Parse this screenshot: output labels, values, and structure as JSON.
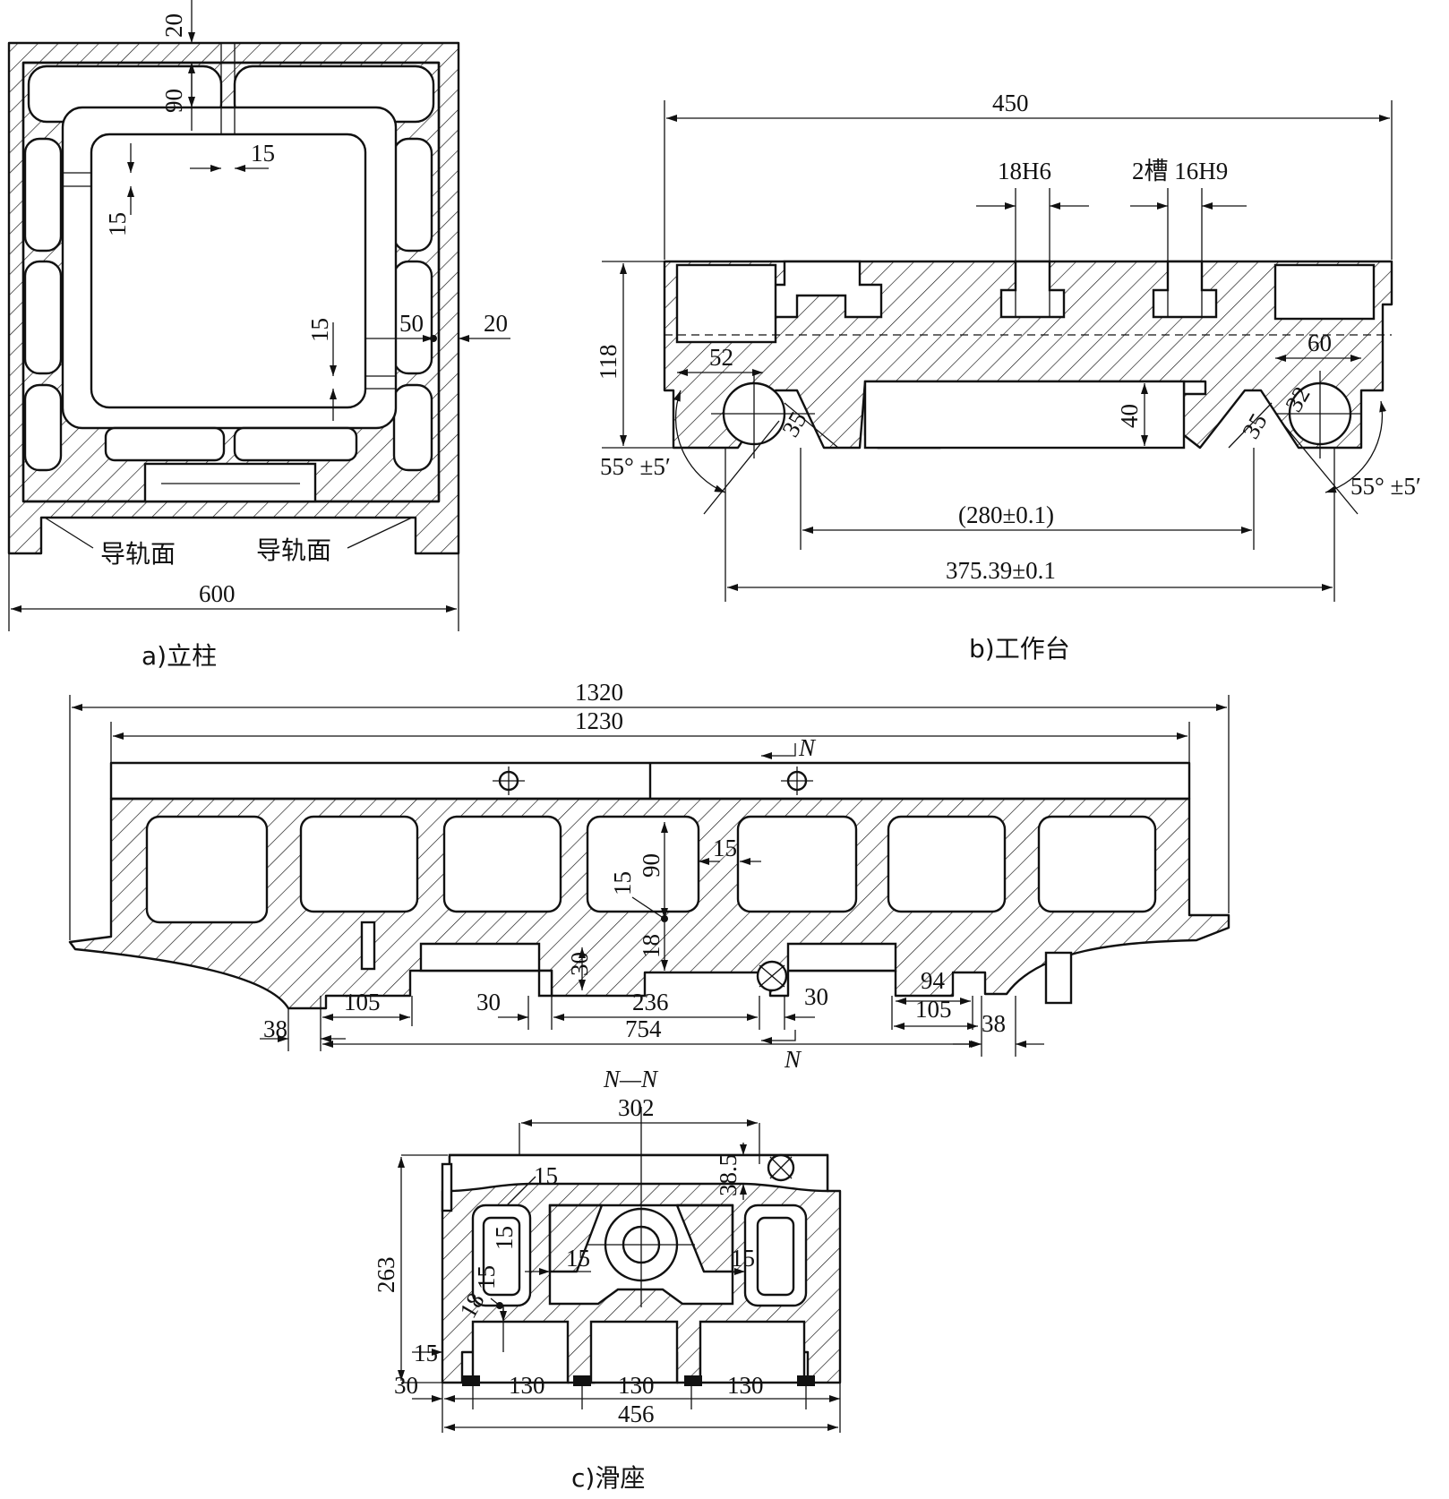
{
  "captions": {
    "a": "a)立柱",
    "b": "b)工作台",
    "c": "c)滑座",
    "section": "N—N",
    "section_mark": "N"
  },
  "column": {
    "dims": {
      "top_wall": "20",
      "rib_height": "90",
      "rib_width": "15",
      "inner_wall_left": "15",
      "inner_wall_right": "15",
      "flange": "50",
      "outer_wall": "20",
      "width": "600"
    },
    "labels": {
      "guide_left": "导轨面",
      "guide_right": "导轨面"
    }
  },
  "table": {
    "dims": {
      "width": "450",
      "slot_center": "18H6",
      "slot_side": "2槽 16H9",
      "height": "118",
      "left_52": "52",
      "right_60": "60",
      "depth_40": "40",
      "left_35": "35",
      "right_35": "35",
      "roller_32": "32",
      "angle_left": "55° ±5′",
      "angle_right": "55° ±5′",
      "span_280": "(280±0.1)",
      "span_375": "375.39±0.1"
    }
  },
  "slide": {
    "dims": {
      "overall": "1320",
      "length": "1230",
      "rib_90": "90",
      "rib_15": "15",
      "wall_15": "15",
      "base_18": "18",
      "boss_30": "30",
      "foot_105_left": "105",
      "gap_30_left": "30",
      "span_236": "236",
      "gap_30_right": "30",
      "pad_94": "94",
      "foot_105_right": "105",
      "edge_38_left": "38",
      "span_754": "754",
      "edge_38_right": "38"
    },
    "section_dims": {
      "width_302": "302",
      "height_38_5": "38.5",
      "wall_15_top": "15",
      "wall_15_a": "15",
      "wall_15_b": "15",
      "wall_15_c": "15",
      "wall_15_d": "15",
      "rib_18": "18",
      "foot_15": "15",
      "height_263": "263",
      "edge_30": "30",
      "pitch_130_a": "130",
      "pitch_130_b": "130",
      "pitch_130_c": "130",
      "width_456": "456"
    }
  }
}
